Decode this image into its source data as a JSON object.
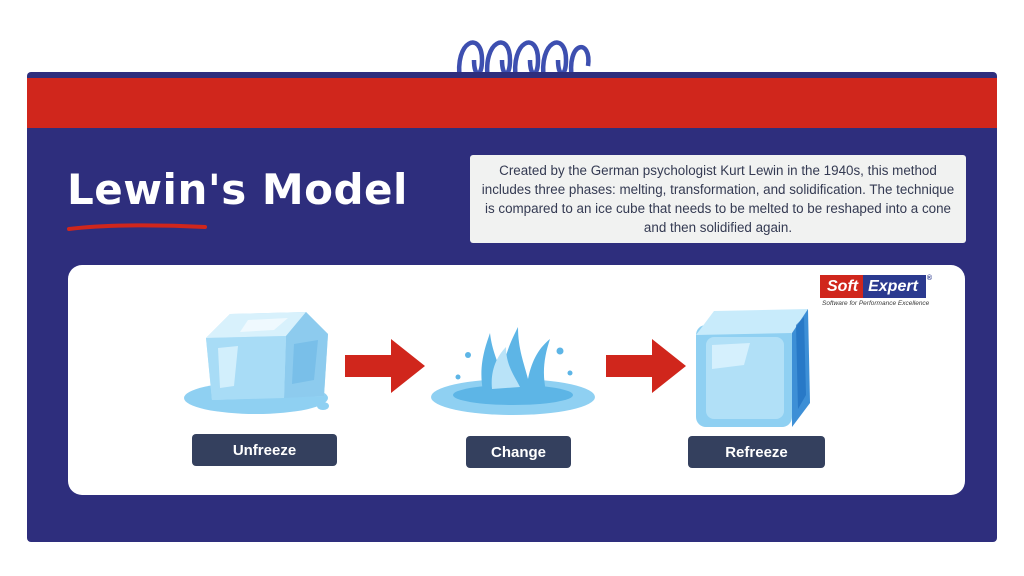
{
  "title": "Lewin's Model",
  "description": "Created by the German psychologist Kurt Lewin in the 1940s, this method includes three phases: melting, transformation, and solidification. The technique is compared to an ice cube that needs to be melted to be reshaped into a cone and then solidified again.",
  "logo": {
    "soft": "Soft",
    "expert": "Expert",
    "registered": "®",
    "tagline": "Software for Performance Excellence"
  },
  "stages": [
    {
      "label": "Unfreeze",
      "icon": "melting-ice-cube-icon"
    },
    {
      "label": "Change",
      "icon": "water-splash-icon"
    },
    {
      "label": "Refreeze",
      "icon": "ice-cube-icon"
    }
  ],
  "colors": {
    "board": "#2e2e7d",
    "band": "#d0261c",
    "arrow": "#d0261c",
    "label_bg": "#34405e",
    "ice": "#8fd0f2"
  }
}
